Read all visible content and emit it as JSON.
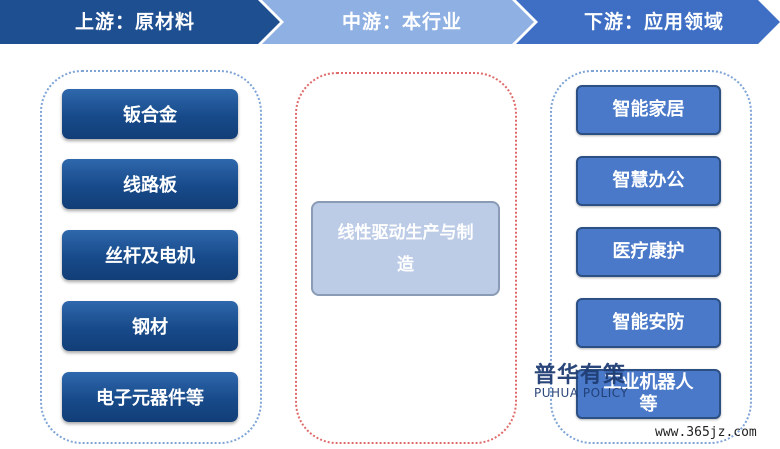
{
  "stages": {
    "upstream": "上游：原材料",
    "midstream": "中游：本行业",
    "downstream": "下游：应用领域"
  },
  "upstream_items": [
    "钣合金",
    "线路板",
    "丝杆及电机",
    "钢材",
    "电子元器件等"
  ],
  "midstream_item": "线性驱动生产与制造",
  "downstream_items": [
    "智能家居",
    "智慧办公",
    "医疗康护",
    "智能安防",
    "工业机器人等"
  ],
  "watermark": {
    "cn": "普华有策",
    "en": "PUHUA POLICY"
  },
  "site": "www.365jz.com",
  "colors": {
    "chevron_1": "#1e4f91",
    "chevron_2": "#8fb0e3",
    "chevron_3": "#3f6fc4",
    "box_dark": "#174a8a",
    "box_mid": "#bccbe6",
    "box_right": "#4a79c9"
  }
}
